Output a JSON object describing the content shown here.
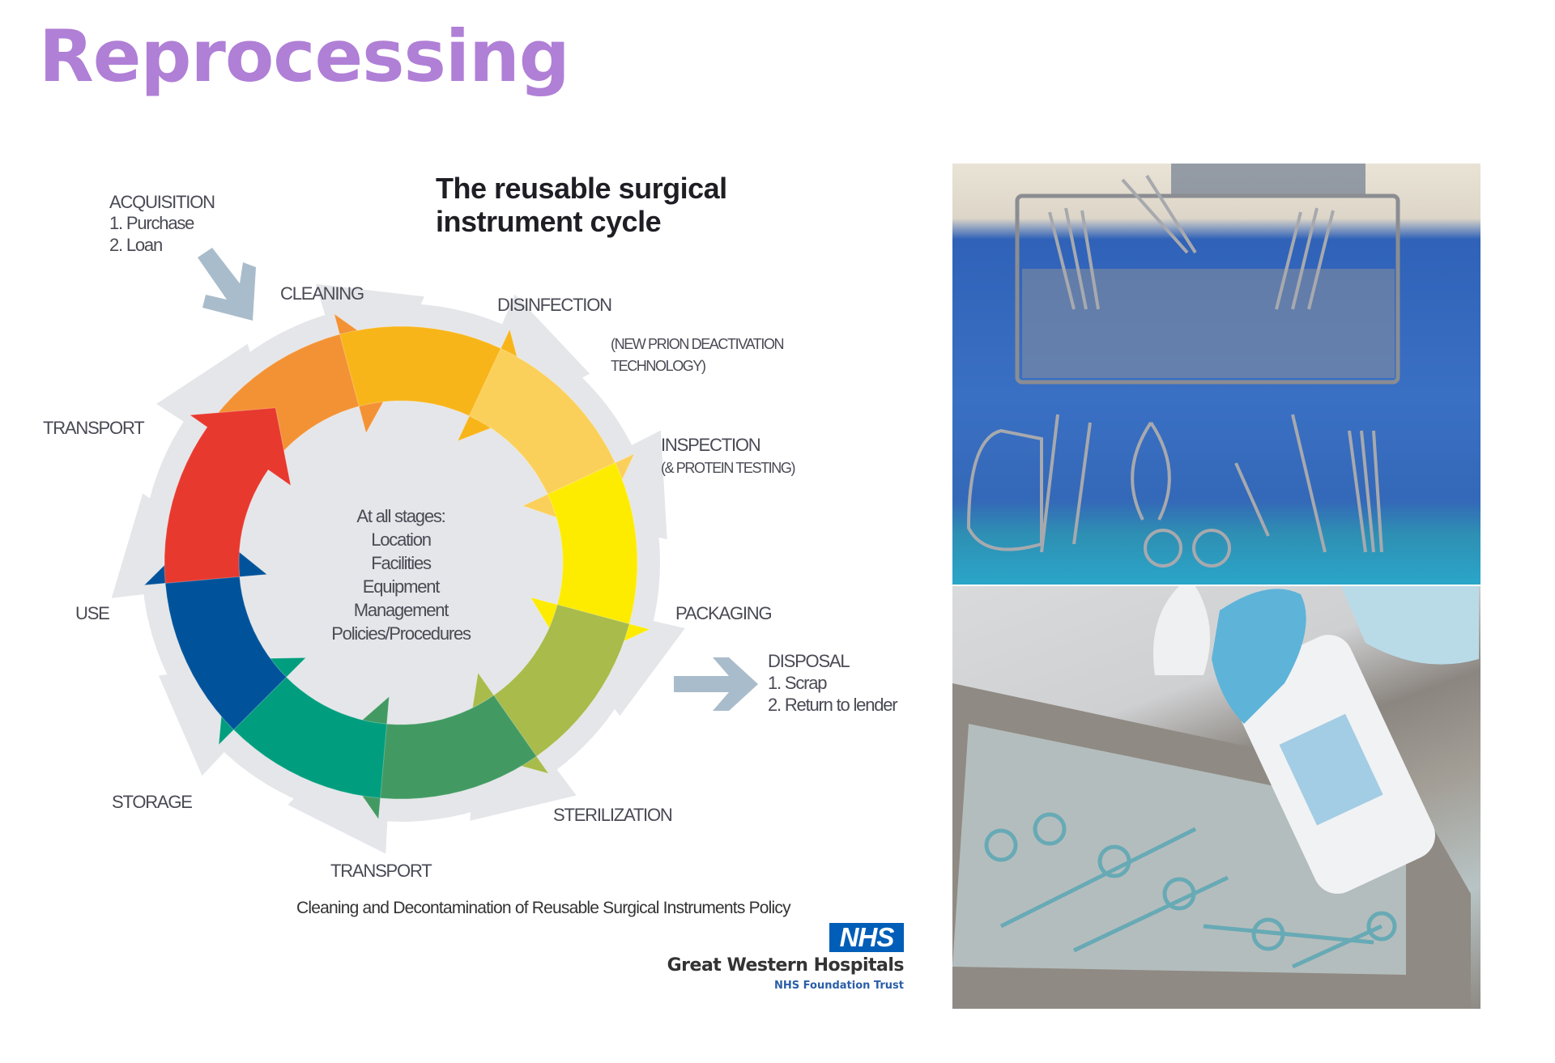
{
  "slide": {
    "title": "Reprocessing",
    "accent_color": "#b07fd6"
  },
  "diagram": {
    "title_line1": "The reusable surgical",
    "title_line2": "instrument cycle",
    "acquisition": {
      "heading": "ACQUISITION",
      "items": [
        "1. Purchase",
        "2. Loan"
      ]
    },
    "disposal": {
      "heading": "DISPOSAL",
      "items": [
        "1. Scrap",
        "2. Return to lender"
      ]
    },
    "stages": [
      {
        "label": "CLEANING",
        "color": "#e8392f"
      },
      {
        "label": "DISINFECTION",
        "note": "(NEW PRION DEACTIVATION TECHNOLOGY)",
        "color": "#f39234"
      },
      {
        "label": "INSPECTION",
        "note": "(& PROTEIN TESTING)",
        "color": "#f8b51a"
      },
      {
        "label": "PACKAGING",
        "color": "#fbd05a"
      },
      {
        "label": "STERILIZATION",
        "color": "#fdec00"
      },
      {
        "label": "TRANSPORT",
        "color": "#a8bb4b"
      },
      {
        "label": "STORAGE",
        "color": "#429a62"
      },
      {
        "label": "USE",
        "color": "#009e7e"
      },
      {
        "label": "TRANSPORT",
        "color": "#00539a"
      }
    ],
    "center": {
      "heading": "At all stages:",
      "items": [
        "Location",
        "Facilities",
        "Equipment",
        "Management",
        "Policies/Procedures"
      ]
    },
    "halo_color": "#e5e6e9",
    "pointer_arrow_color": "#a9bccb",
    "source": "Cleaning and Decontamination of Reusable Surgical Instruments Policy",
    "logo_text": "NHS",
    "org_name": "Great Western Hospitals",
    "org_sub": "NHS Foundation Trust"
  },
  "photos": [
    {
      "subject": "surgical instruments laid out on blue drape with wire basket tray"
    },
    {
      "subject": "gloved hand spraying cleaner onto instruments in perforated steel tray"
    }
  ]
}
